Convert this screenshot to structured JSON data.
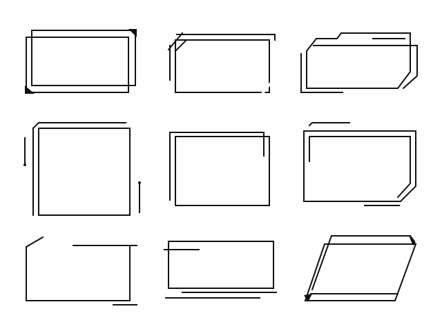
{
  "colors": {
    "background": "#ffffff",
    "line": "#111111"
  },
  "frames": [
    {
      "name": "frame-1",
      "style": "double-rectangle-with-corner-accents"
    },
    {
      "name": "frame-2",
      "style": "rectangle-with-slanted-corner-and-pill"
    },
    {
      "name": "frame-3",
      "style": "folder-tab-chamfered-frame"
    },
    {
      "name": "frame-4",
      "style": "square-frame-with-side-pins"
    },
    {
      "name": "frame-5",
      "style": "offset-double-rectangle"
    },
    {
      "name": "frame-6",
      "style": "open-bracket-frame-with-chamfer"
    },
    {
      "name": "frame-7",
      "style": "open-frame-with-slanted-start"
    },
    {
      "name": "frame-8",
      "style": "rectangle-with-extended-rules"
    },
    {
      "name": "frame-9",
      "style": "parallelogram-double-frame"
    }
  ]
}
